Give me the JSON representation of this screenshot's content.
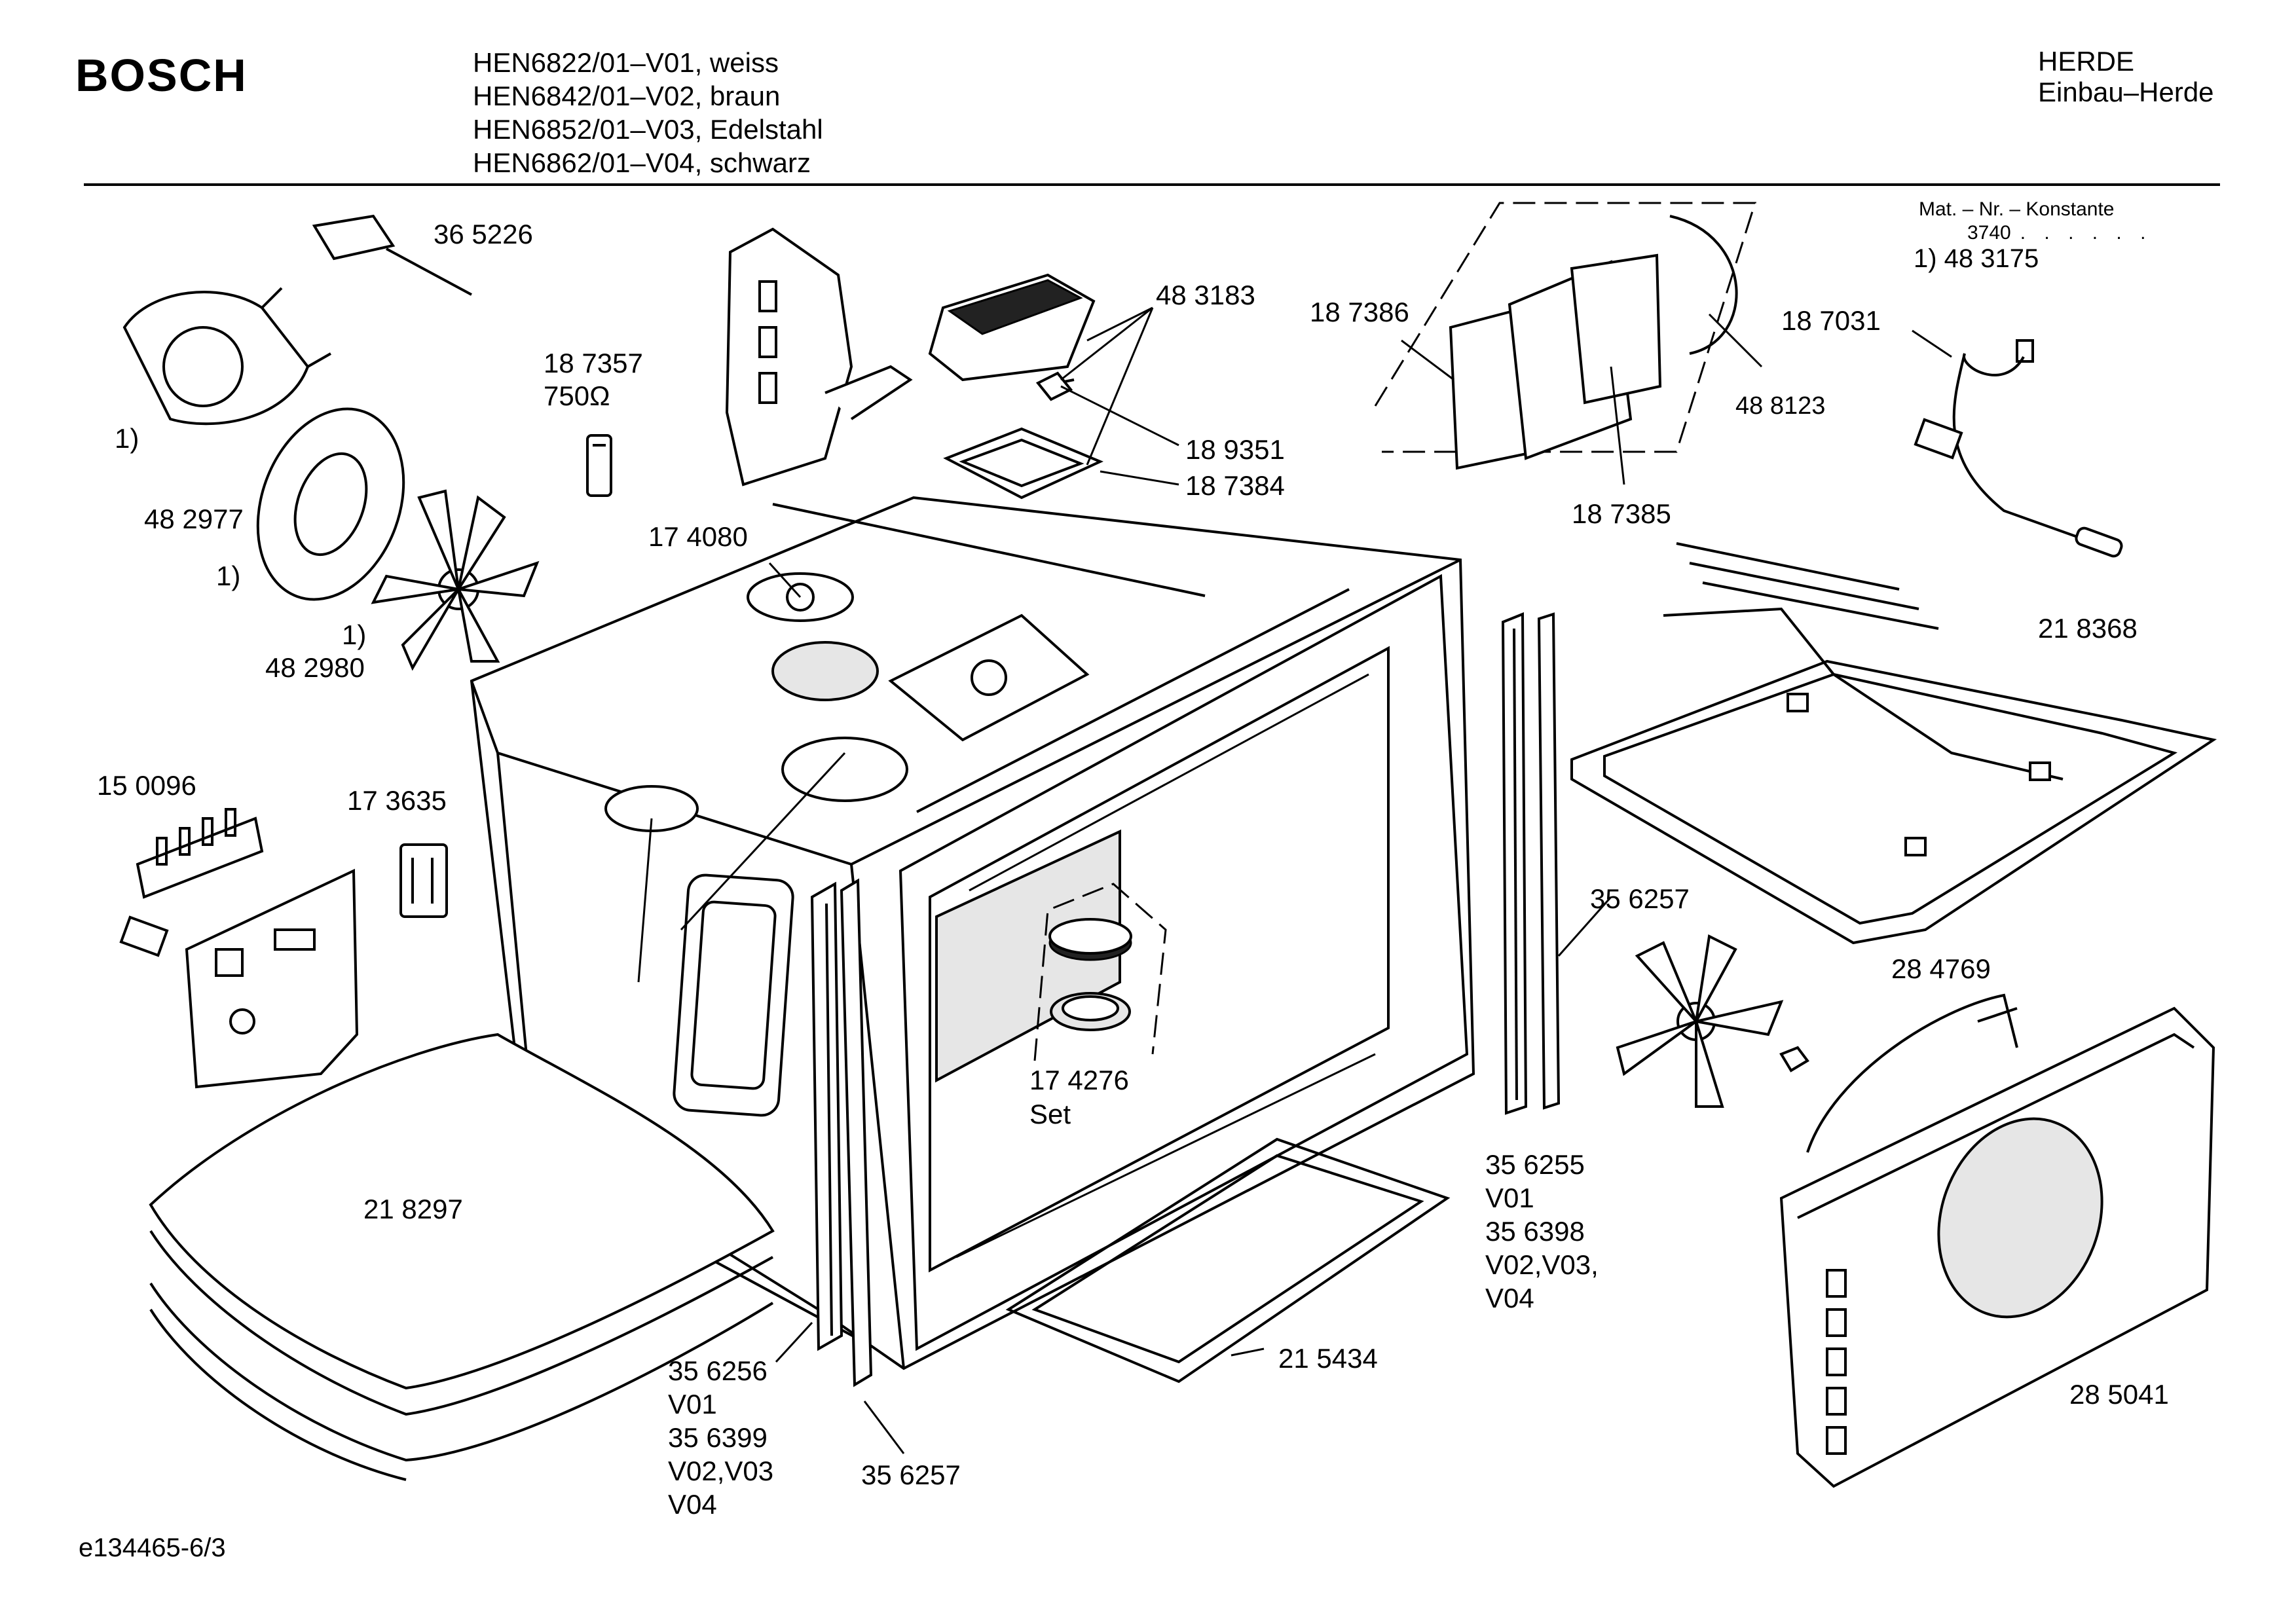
{
  "header": {
    "brand": "BOSCH",
    "models": [
      "HEN6822/01–V01, weiss",
      "HEN6842/01–V02, braun",
      "HEN6852/01–V03, Edelstahl",
      "HEN6862/01–V04, schwarz"
    ],
    "category": "HERDE",
    "subcategory": "Einbau–Herde"
  },
  "material_note": {
    "title": "Mat. – Nr. – Konstante",
    "value": "3740",
    "dots": ". . . . . .",
    "footnote_part": "1) 48 3175"
  },
  "parts": {
    "p365226": "36 5226",
    "fn1_motor": "1)",
    "p482977": "48 2977",
    "fn1_cover": "1)",
    "fn1_fan": "1)",
    "p482980": "48 2980",
    "p187357": "18 7357",
    "p187357_value": "750Ω",
    "p174080": "17 4080",
    "p483183": "48 3183",
    "p189351": "18 9351",
    "p187384": "18 7384",
    "p187386": "18 7386",
    "p488123": "48 8123",
    "p187385": "18 7385",
    "p187031": "18 7031",
    "p218368": "21 8368",
    "p150096": "15 0096",
    "p173635": "17 3635",
    "p356257_right": "35 6257",
    "p284769": "28 4769",
    "p174276": "17 4276",
    "p174276_set": "Set",
    "p218297": "21 8297",
    "p356255": [
      "35 6255",
      "V01",
      "35 6398",
      "V02,V03,",
      "V04"
    ],
    "p356256": [
      "35 6256",
      "V01",
      "35 6399",
      "V02,V03",
      "V04"
    ],
    "p215434": "21 5434",
    "p356257_bottom": "35 6257",
    "p285041": "28 5041"
  },
  "footer": {
    "reference": "e134465-6/3"
  }
}
